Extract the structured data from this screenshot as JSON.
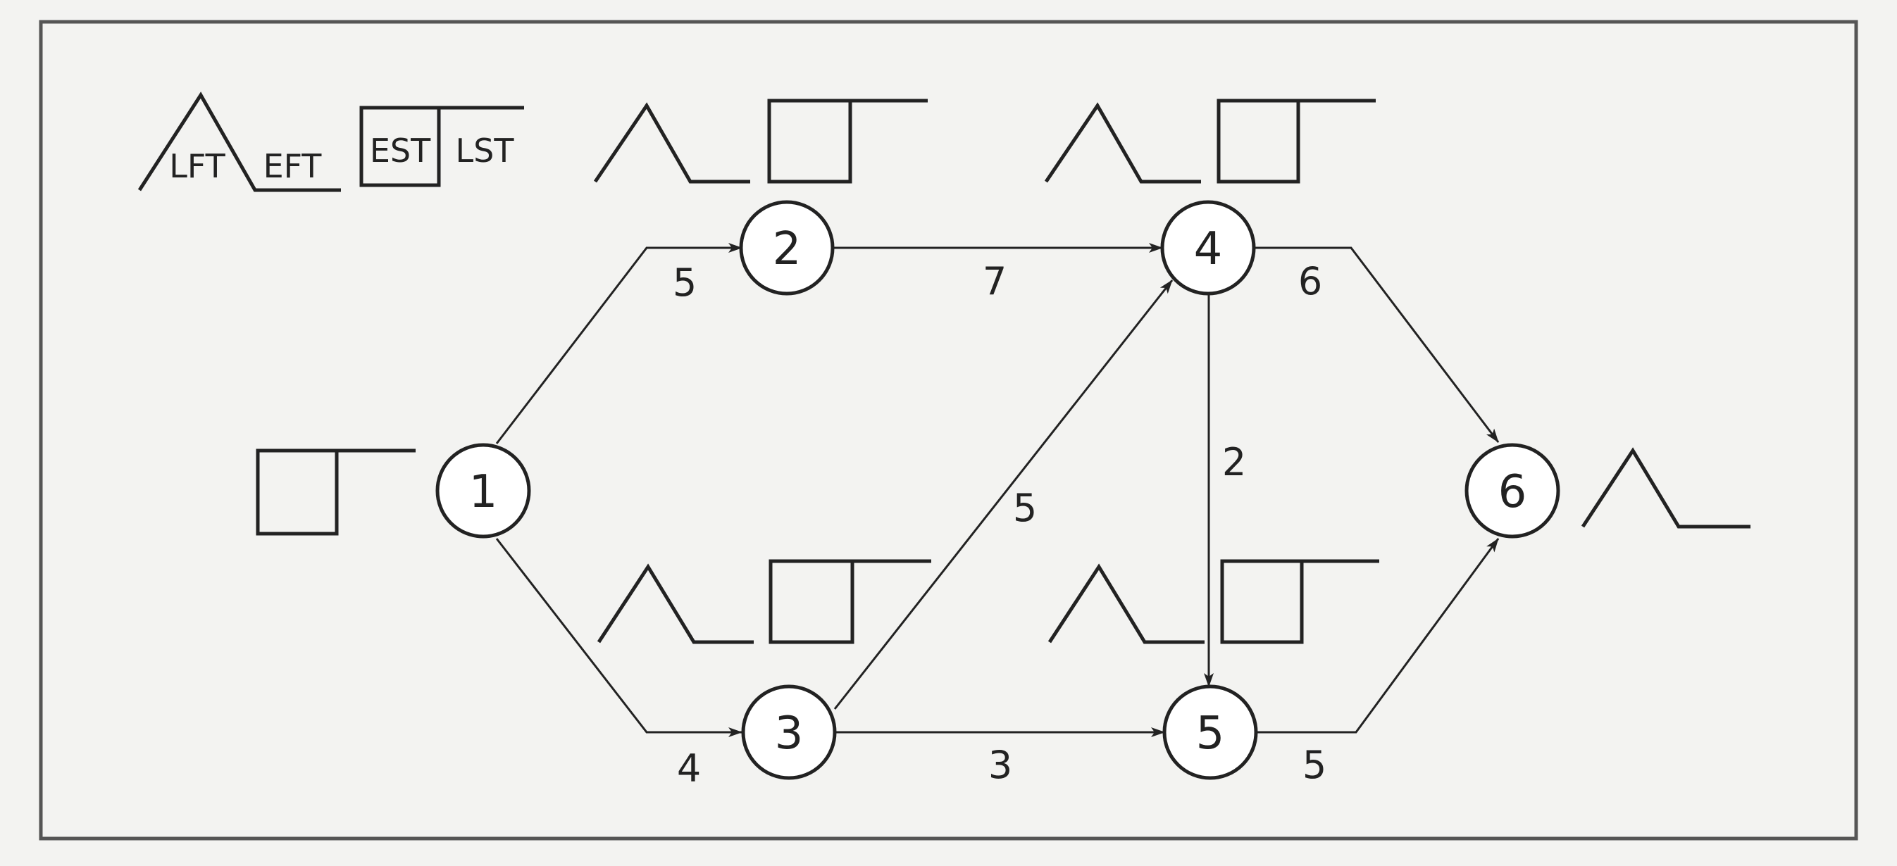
{
  "legend": {
    "triangle_inner_label": "LFT",
    "triangle_outer_label": "EFT",
    "box_inner_label": "EST",
    "box_outer_label": "LST"
  },
  "nodes": [
    {
      "id": "1",
      "label": "1"
    },
    {
      "id": "2",
      "label": "2"
    },
    {
      "id": "3",
      "label": "3"
    },
    {
      "id": "4",
      "label": "4"
    },
    {
      "id": "5",
      "label": "5"
    },
    {
      "id": "6",
      "label": "6"
    }
  ],
  "edges": [
    {
      "from": "1",
      "to": "2",
      "duration": "5"
    },
    {
      "from": "1",
      "to": "3",
      "duration": "4"
    },
    {
      "from": "2",
      "to": "4",
      "duration": "7"
    },
    {
      "from": "3",
      "to": "4",
      "duration": "5"
    },
    {
      "from": "3",
      "to": "5",
      "duration": "3"
    },
    {
      "from": "4",
      "to": "5",
      "duration": "2"
    },
    {
      "from": "4",
      "to": "6",
      "duration": "6"
    },
    {
      "from": "5",
      "to": "6",
      "duration": "5"
    }
  ],
  "colors": {
    "line": "#222222",
    "node_fill": "#ffffff",
    "background": "#f3f3f1"
  }
}
